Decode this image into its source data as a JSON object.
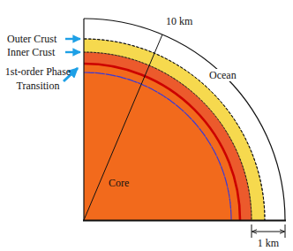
{
  "diagram": {
    "labels": [
      "Outer Crust",
      "Inner Crust",
      "1st-order Phase Transition",
      "10 km",
      "Ocean",
      "Core",
      "1 km"
    ]
  }
}
